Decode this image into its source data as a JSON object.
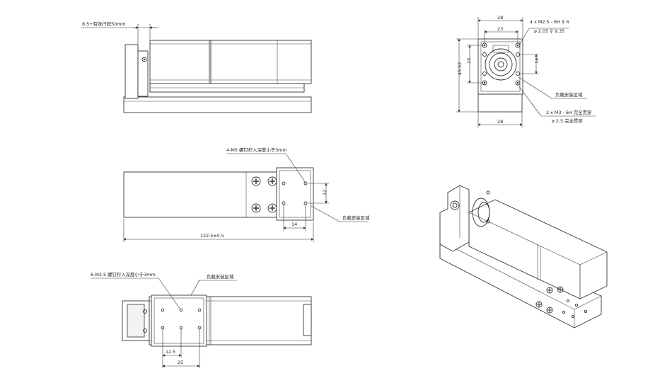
{
  "top_view": {
    "stroke_label": "8.5+有效行程50mm"
  },
  "middle_view": {
    "screw_label": "4-M5 螺钉拧入深度小于3mm",
    "load_area_label": "负载安装区域",
    "dim_length": "122.5±0.5",
    "dim_width": "14",
    "dim_height": "12"
  },
  "bottom_view": {
    "screw_label": "6-M2.5 螺钉拧入深度小于3mm",
    "load_area_label": "负载安装区域",
    "dim_a": "12.5",
    "dim_b": "25"
  },
  "end_view": {
    "dim_top_outer": "28",
    "dim_top_inner": "23",
    "dim_left_outer": "45.52",
    "dim_left_inner": "23",
    "dim_right": "16",
    "dim_bottom": "28",
    "note_line1": "4 x M2.5 - 6H ⊽ 6",
    "note_line2": "⌀ 2.05 ⊽ 9.35",
    "load_area_label": "负载安装区域",
    "note_line3": "2 x M3 - 6H 完全贯穿",
    "note_line4": "⌀ 2.5 完全贯穿"
  }
}
